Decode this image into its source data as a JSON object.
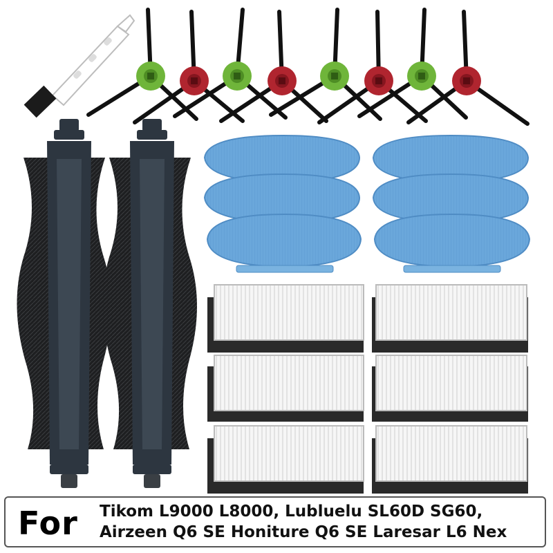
{
  "banner": {
    "for_label": "For",
    "models_line1": "Tikom L9000 L8000, Lubluelu SL60D SG60,",
    "models_line2": "Airzeen Q6 SE Honiture Q6 SE Laresar L6 Nex"
  },
  "colors": {
    "hub_green": "#6fb53a",
    "hub_red": "#b0252f",
    "mop_blue": "#6aa7db",
    "filter_white": "#f4f4f4",
    "foam_black": "#2a2a2a",
    "roller_dark": "#2d3640"
  },
  "products": {
    "side_brush_hubs": [
      "green",
      "red",
      "green",
      "red",
      "green",
      "red",
      "green",
      "red"
    ]
  }
}
